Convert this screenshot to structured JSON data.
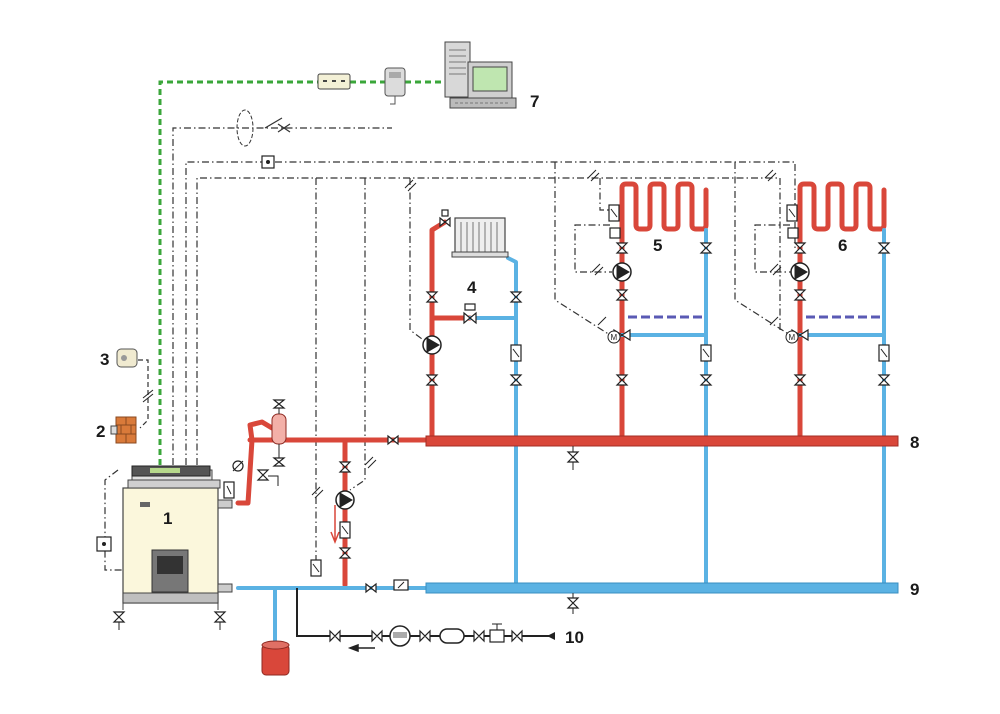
{
  "labels": {
    "boiler": "1",
    "outdoor_sensor": "2",
    "room_unit": "3",
    "radiator_circuit": "4",
    "floor_circuit_a": "5",
    "floor_circuit_b": "6",
    "remote_pc": "7",
    "supply_header": "8",
    "return_header": "9",
    "cold_water_fill": "10"
  },
  "colors": {
    "supply": "#d9473a",
    "return": "#5bb2e3",
    "communication": "#3aa63a",
    "control": "#333333",
    "bypass": "#5a5ab4"
  }
}
